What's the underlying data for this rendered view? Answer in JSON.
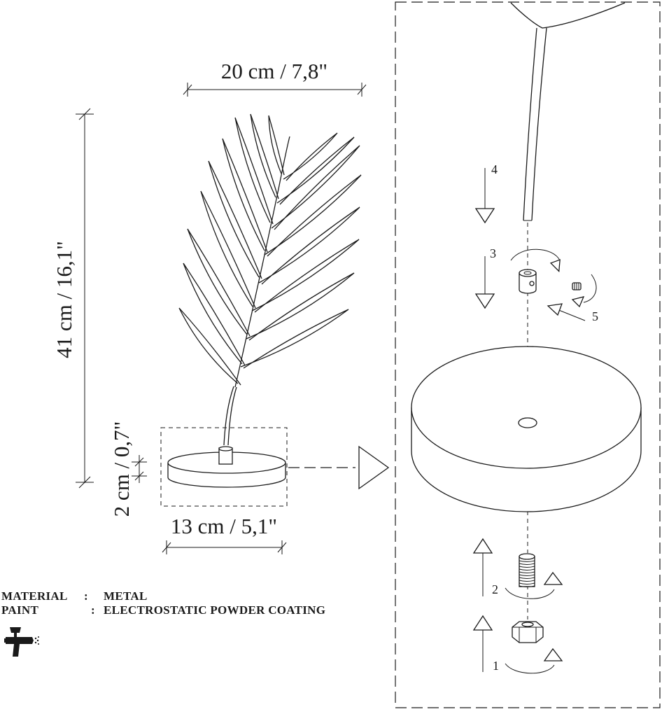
{
  "dimensions": {
    "width_label": "20 cm / 7,8\"",
    "height_label": "41 cm / 16,1\"",
    "base_height_label": "2 cm / 0,7\"",
    "base_width_label": "13 cm / 5,1\""
  },
  "steps": [
    "1",
    "2",
    "3",
    "4",
    "5"
  ],
  "specs": {
    "material_key": "MATERIAL",
    "material_sep": ":",
    "material_value": "METAL",
    "paint_key": "PAINT",
    "paint_sep": ":",
    "paint_value": "ELECTROSTATIC POWDER COATING"
  },
  "icons": {
    "paint": "spray-gun-icon"
  }
}
